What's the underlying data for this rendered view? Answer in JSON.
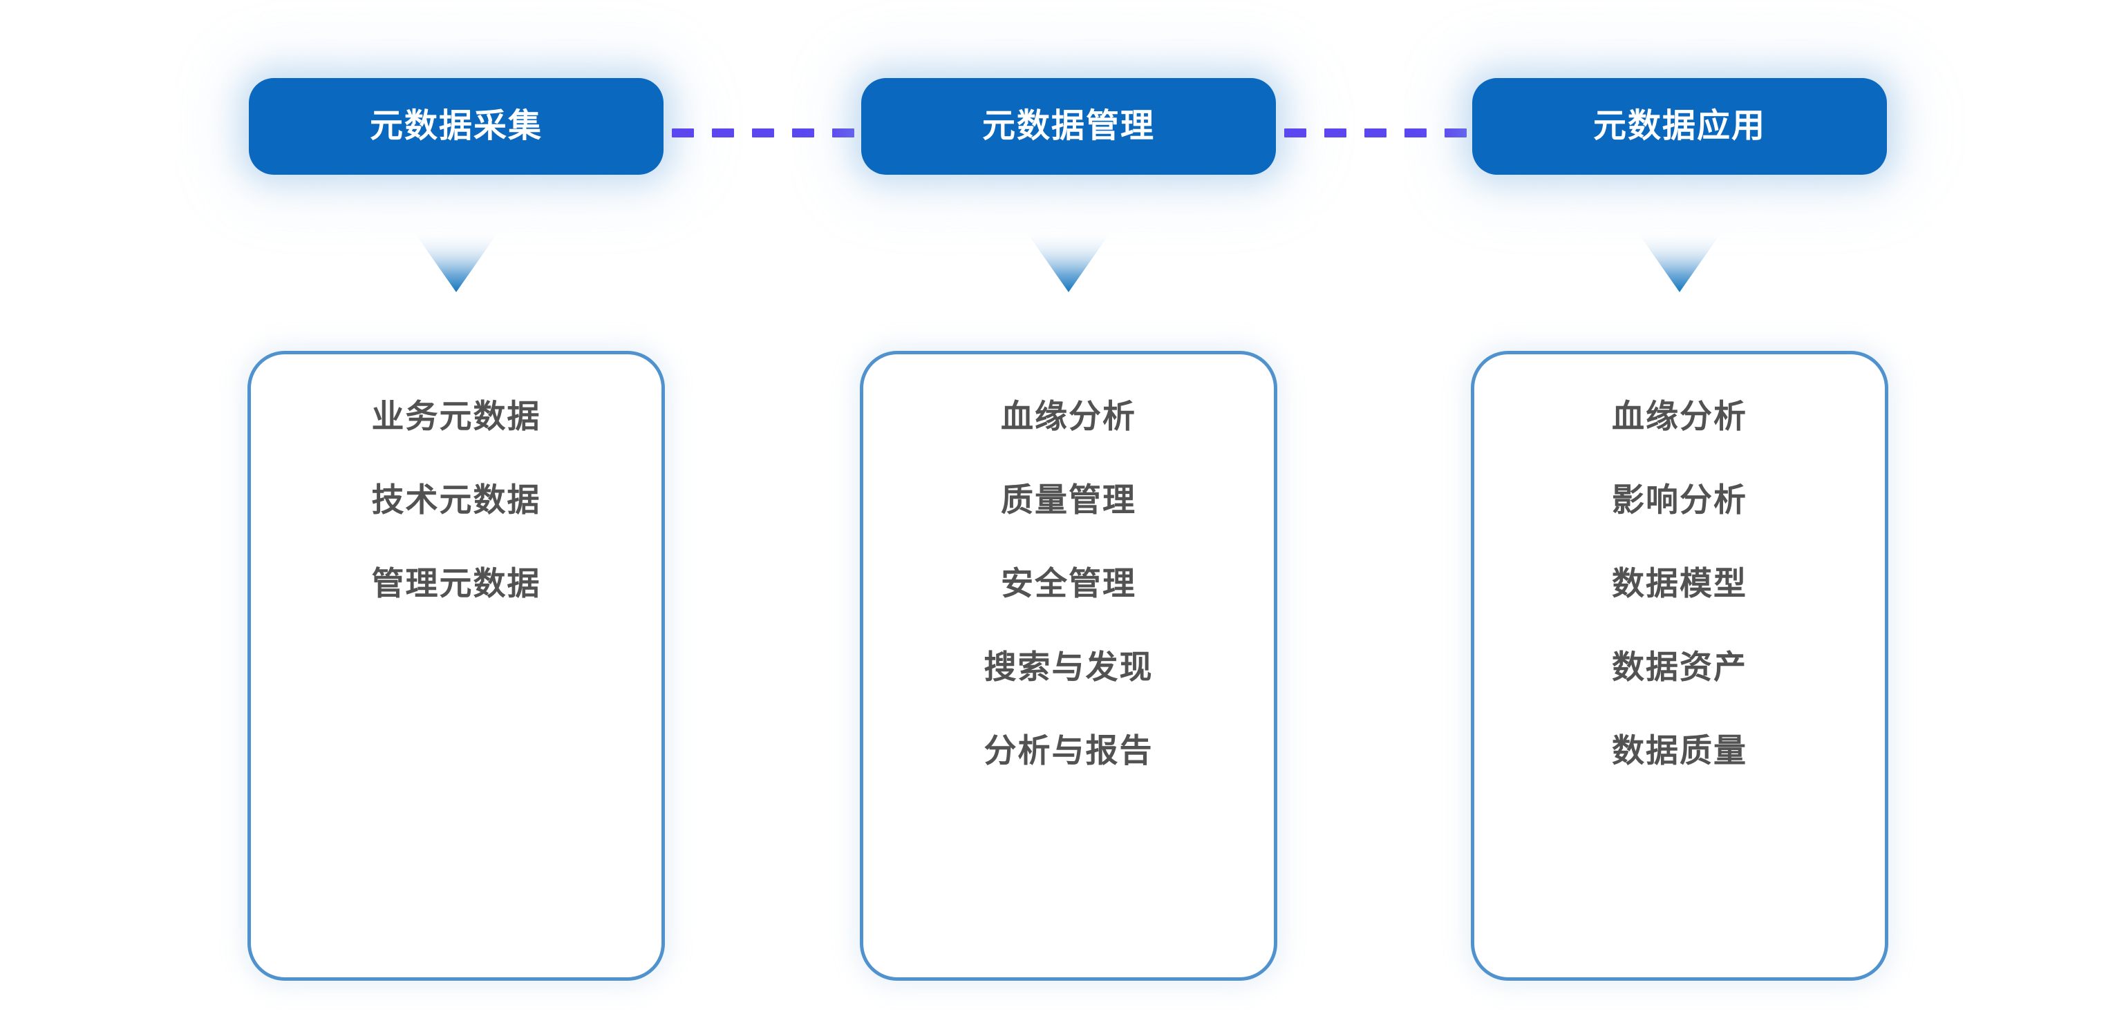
{
  "diagram": {
    "background_color": "#FFFFFF",
    "header_color": "#0A68BE",
    "header_text_color": "#FFFFFF",
    "connector_color": "#5B46F0",
    "card_border_color": "#5092CE",
    "card_text_color": "#525252",
    "arrow_color": "#1C7FC4",
    "columns": [
      {
        "header": "元数据采集",
        "arrow": "down-triangle-icon",
        "items": [
          "业务元数据",
          "技术元数据",
          "管理元数据"
        ]
      },
      {
        "header": "元数据管理",
        "arrow": "down-triangle-icon",
        "items": [
          "血缘分析",
          "质量管理",
          "安全管理",
          "搜索与发现",
          "分析与报告"
        ]
      },
      {
        "header": "元数据应用",
        "arrow": "down-triangle-icon",
        "items": [
          "血缘分析",
          "影响分析",
          "数据模型",
          "数据资产",
          "数据质量"
        ]
      }
    ],
    "connectors": [
      {
        "from": 0,
        "to": 1,
        "style": "dashed",
        "dash_count": 7
      },
      {
        "from": 1,
        "to": 2,
        "style": "dashed",
        "dash_count": 7
      }
    ]
  }
}
